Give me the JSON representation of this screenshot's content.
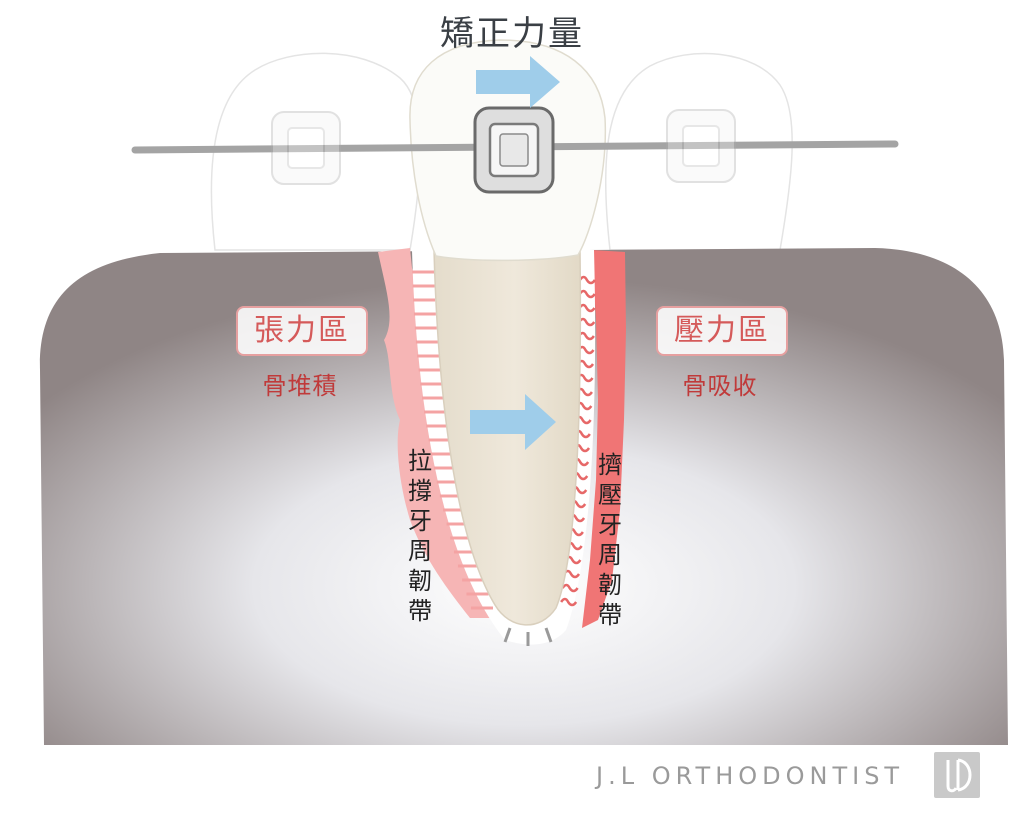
{
  "title": "矯正力量",
  "tension_zone": {
    "label": "張力區",
    "sub": "骨堆積"
  },
  "compression_zone": {
    "label": "壓力區",
    "sub": "骨吸收"
  },
  "tension_ligament": "拉撐牙周韌帶",
  "compression_ligament": "擠壓牙周韌帶",
  "watermark": "J.L ORTHODONTIST",
  "colors": {
    "bone_dark": "#8f8585",
    "bone_light": "#f4f4f6",
    "tooth_crown": "#fbfbf8",
    "root": "#ece4d5",
    "tension_pink": "#f6b5b5",
    "compression_red": "#f07575",
    "arrow": "#9fcdea",
    "wire": "#a4a4a4"
  },
  "icons": [
    "force-arrow-icon",
    "bracket-icon",
    "logo-icon"
  ]
}
